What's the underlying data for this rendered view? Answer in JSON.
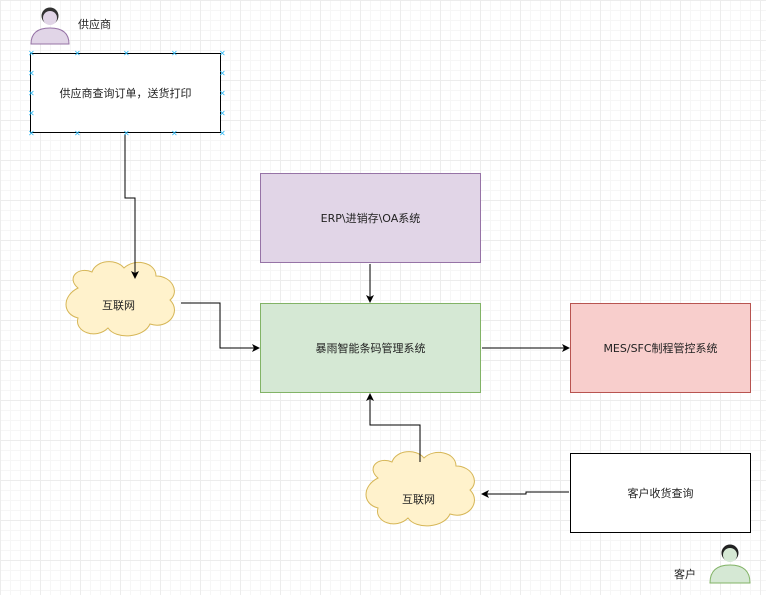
{
  "actors": {
    "supplier": {
      "label": "供应商",
      "icon": "user-icon",
      "color": "#e1d5e7"
    },
    "customer": {
      "label": "客户",
      "icon": "user-icon",
      "color": "#d5e8d4"
    }
  },
  "nodes": {
    "supplier_query": "供应商查询订单，送货打印",
    "erp": "ERP\\进销存\\OA系统",
    "barcode_system": "暴雨智能条码管理系统",
    "mes": "MES/SFC制程管控系统",
    "customer_query": "客户收货查询",
    "internet_top": "互联网",
    "internet_bottom": "互联网"
  },
  "colors": {
    "erp_fill": "#e1d5e7",
    "main_fill": "#d5e8d4",
    "mes_fill": "#f8cecc",
    "cloud_fill": "#fff2cc",
    "cloud_stroke": "#d6b656"
  }
}
